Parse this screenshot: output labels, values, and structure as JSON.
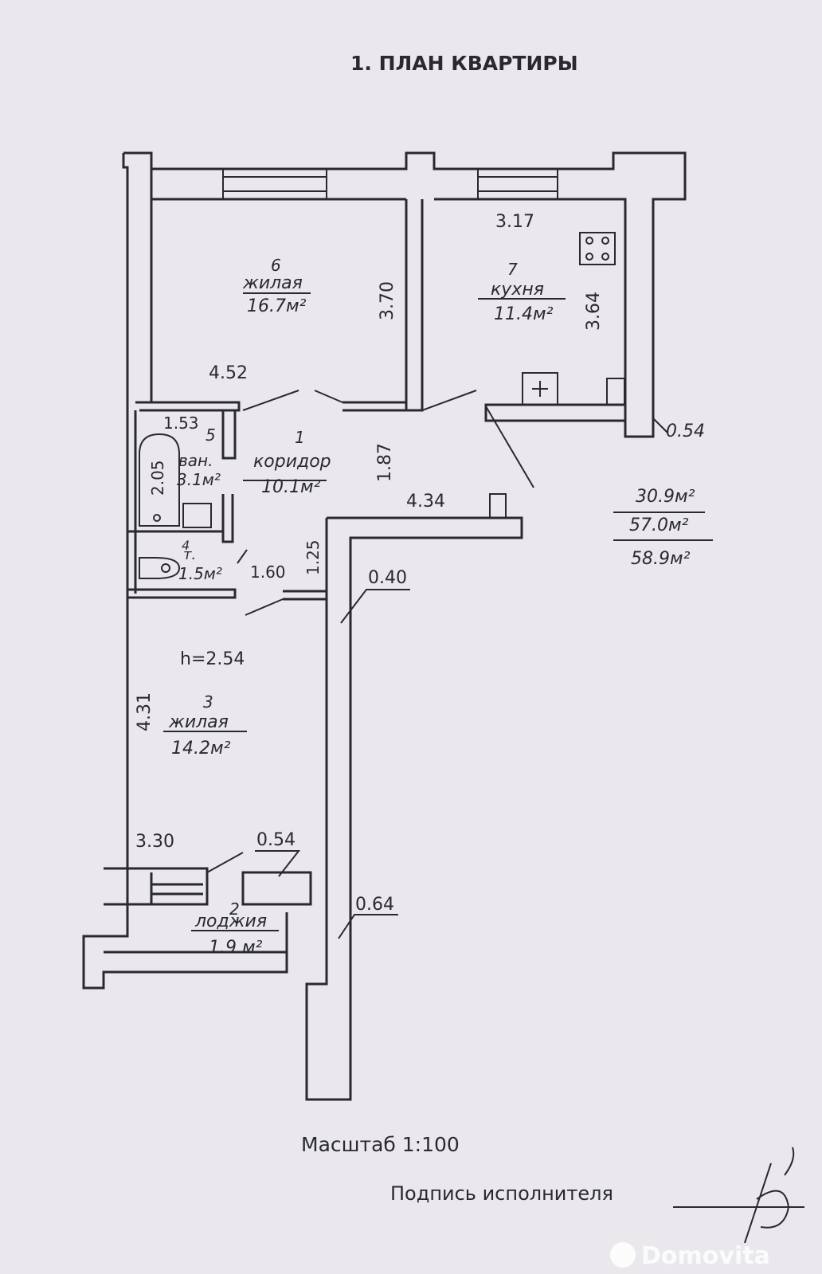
{
  "title": "1. ПЛАН КВАРТИРЫ",
  "rooms": [
    {
      "number": "6",
      "name": "жилая",
      "area": "16.7м²"
    },
    {
      "number": "7",
      "name": "кухня",
      "area": "11.4м²"
    },
    {
      "number": "5",
      "name": "ван.",
      "area": "3.1м²"
    },
    {
      "number": "1",
      "name": "коридор",
      "area": "10.1м²"
    },
    {
      "number": "4",
      "name": "т.",
      "area": "1.5м²"
    },
    {
      "number": "3",
      "name": "жилая",
      "area": "14.2м²"
    },
    {
      "number": "2",
      "name": "лоджия",
      "area": "1.9 м²"
    }
  ],
  "dimensions": {
    "room6_length": "4.52",
    "room6_width": "3.70",
    "kitchen_length": "3.17",
    "kitchen_width": "3.64",
    "wall_kitchen": "0.54",
    "bath_length": "1.53",
    "bath_width": "2.05",
    "corridor_width": "1.87",
    "corridor_length": "4.34",
    "toilet_length": "1.60",
    "toilet_width": "1.25",
    "wall_inner": "0.40",
    "ceiling_height": "h=2.54",
    "room3_width": "4.31",
    "room3_length": "3.30",
    "wall_room3": "0.54",
    "wall_outer": "0.64"
  },
  "totals": {
    "living": "30.9м²",
    "total": "57.0м²",
    "total_with_loggia": "58.9м²"
  },
  "scale": "Масштаб 1:100",
  "signature_label": "Подпись исполнителя",
  "watermark": "Domovita"
}
